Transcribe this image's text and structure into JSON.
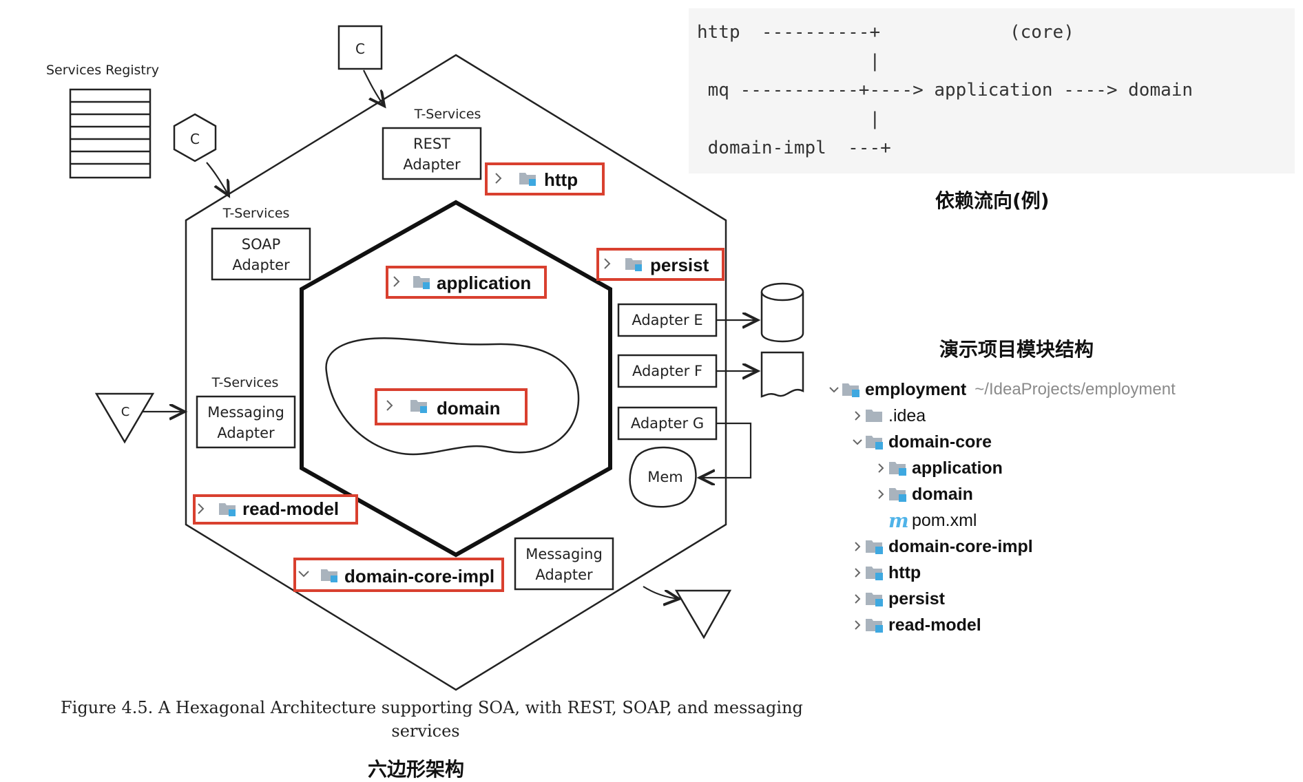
{
  "diagram": {
    "services_registry": "Services Registry",
    "consumer_label": "C",
    "t_services": "T-Services",
    "rest_adapter": [
      "REST",
      "Adapter"
    ],
    "soap_adapter": [
      "SOAP",
      "Adapter"
    ],
    "messaging_adapter": [
      "Messaging",
      "Adapter"
    ],
    "adapter_e": "Adapter E",
    "adapter_f": "Adapter F",
    "adapter_g": "Adapter G",
    "mem": "Mem",
    "modules": {
      "http": "http",
      "persist": "persist",
      "application": "application",
      "domain": "domain",
      "read_model": "read-model",
      "domain_core_impl": "domain-core-impl"
    },
    "caption_line1": "Figure 4.5. A Hexagonal Architecture supporting SOA, with REST, SOAP, and messaging",
    "caption_line2": "services",
    "title": "六边形架构"
  },
  "dependency_flow": {
    "code": "http  ----------+            (core)\n                |\n mq -----------+----> application ----> domain\n                |\n domain-impl  ---+",
    "title": "依赖流向(例)"
  },
  "module_tree": {
    "title": "演示项目模块结构",
    "root": {
      "label": "employment",
      "path": "~/IdeaProjects/employment"
    },
    "items": [
      {
        "label": "employment",
        "path": "~/IdeaProjects/employment",
        "depth": 0,
        "expanded": true,
        "icon": "module-folder-icon",
        "bold": true
      },
      {
        "label": ".idea",
        "depth": 1,
        "expanded": false,
        "icon": "folder-icon",
        "bold": false
      },
      {
        "label": "domain-core",
        "depth": 1,
        "expanded": true,
        "icon": "module-folder-icon",
        "bold": true
      },
      {
        "label": "application",
        "depth": 2,
        "expanded": false,
        "icon": "module-folder-icon",
        "bold": true
      },
      {
        "label": "domain",
        "depth": 2,
        "expanded": false,
        "icon": "module-folder-icon",
        "bold": true
      },
      {
        "label": "pom.xml",
        "depth": 2,
        "expanded": null,
        "icon": "maven-icon",
        "bold": false
      },
      {
        "label": "domain-core-impl",
        "depth": 1,
        "expanded": false,
        "icon": "module-folder-icon",
        "bold": true
      },
      {
        "label": "http",
        "depth": 1,
        "expanded": false,
        "icon": "module-folder-icon",
        "bold": true
      },
      {
        "label": "persist",
        "depth": 1,
        "expanded": false,
        "icon": "module-folder-icon",
        "bold": true
      },
      {
        "label": "read-model",
        "depth": 1,
        "expanded": false,
        "icon": "module-folder-icon",
        "bold": true
      }
    ]
  },
  "colors": {
    "highlight_box": "#d9402f",
    "module_badge": "#3ea8e0",
    "folder_gray": "#a9b3bd"
  }
}
